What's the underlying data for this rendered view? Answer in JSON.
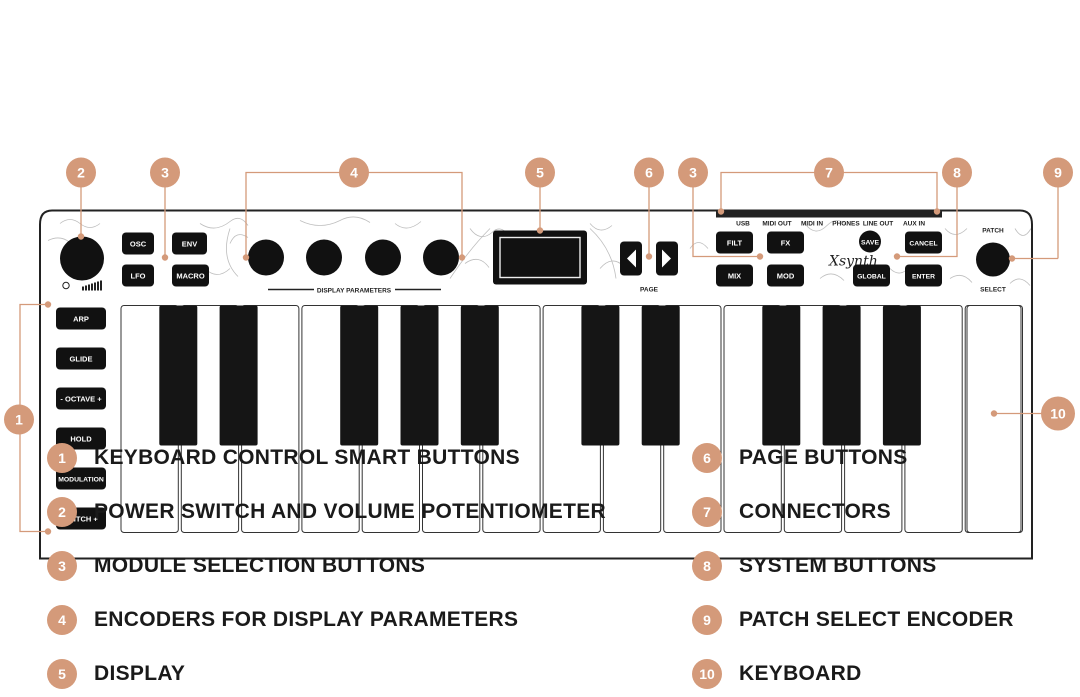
{
  "colors": {
    "accent": "#D49A7A",
    "ink": "#1a1a1a",
    "outline": "#222222"
  },
  "brand": "Xsynth",
  "callouts": [
    "1",
    "2",
    "3",
    "4",
    "5",
    "6",
    "7",
    "8",
    "9",
    "10"
  ],
  "panel": {
    "module_buttons": [
      "OSC",
      "ENV",
      "LFO",
      "MACRO"
    ],
    "display_parameters_label": "DISPLAY PARAMETERS",
    "page_label": "PAGE",
    "right_buttons": [
      "FILT",
      "FX",
      "MIX",
      "MOD"
    ],
    "system_buttons": [
      "SAVE",
      "CANCEL",
      "GLOBAL",
      "ENTER"
    ],
    "patch_label": "PATCH",
    "select_label": "SELECT",
    "connectors": [
      "USB",
      "MIDI OUT",
      "MIDI IN",
      "PHONES",
      "LINE OUT",
      "AUX IN"
    ],
    "smart_buttons": [
      "ARP",
      "GLIDE",
      "- OCTAVE +",
      "HOLD",
      "MODULATION",
      "- PITCH +"
    ]
  },
  "legend": [
    {
      "num": "1",
      "text": "KEYBOARD CONTROL SMART BUTTONS"
    },
    {
      "num": "2",
      "text": "POWER SWITCH AND VOLUME POTENTIOMETER"
    },
    {
      "num": "3",
      "text": "MODULE SELECTION BUTTONS"
    },
    {
      "num": "4",
      "text": "ENCODERS FOR DISPLAY PARAMETERS"
    },
    {
      "num": "5",
      "text": "DISPLAY"
    },
    {
      "num": "6",
      "text": "PAGE BUTTONS"
    },
    {
      "num": "7",
      "text": "CONNECTORS"
    },
    {
      "num": "8",
      "text": "SYSTEM BUTTONS"
    },
    {
      "num": "9",
      "text": "PATCH SELECT ENCODER"
    },
    {
      "num": "10",
      "text": "KEYBOARD"
    }
  ]
}
